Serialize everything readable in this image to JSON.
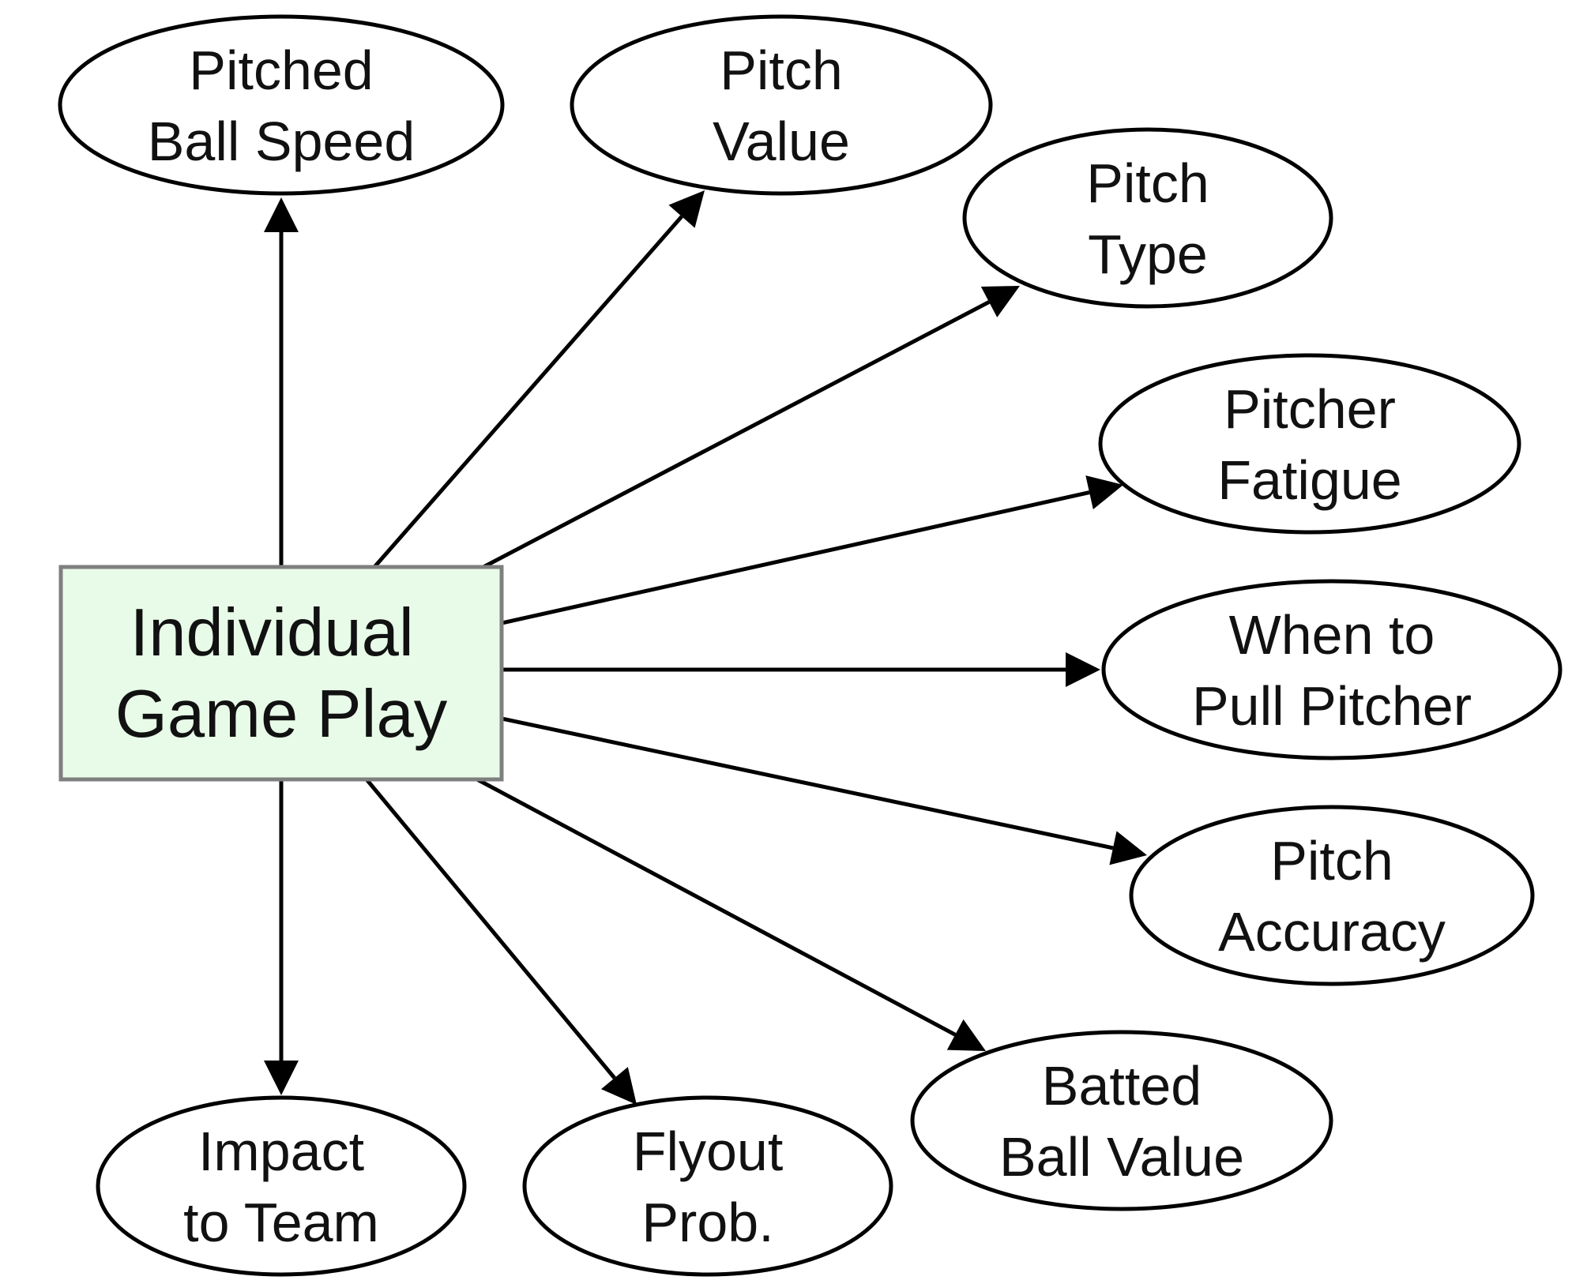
{
  "colors": {
    "center_fill": "#e8fbe8",
    "center_stroke": "#7f7f7f",
    "stroke": "#000000"
  },
  "center": {
    "lines": [
      "Individual",
      "Game Play"
    ]
  },
  "nodes": [
    {
      "id": "pitched-ball-speed",
      "lines": [
        "Pitched",
        "Ball Speed"
      ]
    },
    {
      "id": "pitch-value",
      "lines": [
        "Pitch",
        "Value"
      ]
    },
    {
      "id": "pitch-type",
      "lines": [
        "Pitch",
        "Type"
      ]
    },
    {
      "id": "pitcher-fatigue",
      "lines": [
        "Pitcher",
        "Fatigue"
      ]
    },
    {
      "id": "when-to-pull-pitcher",
      "lines": [
        "When to",
        "Pull Pitcher"
      ]
    },
    {
      "id": "pitch-accuracy",
      "lines": [
        "Pitch",
        "Accuracy"
      ]
    },
    {
      "id": "batted-ball-value",
      "lines": [
        "Batted",
        "Ball Value"
      ]
    },
    {
      "id": "flyout-prob",
      "lines": [
        "Flyout",
        "Prob."
      ]
    },
    {
      "id": "impact-to-team",
      "lines": [
        "Impact",
        "to Team"
      ]
    }
  ],
  "edges": [
    {
      "from": "center",
      "to": "pitched-ball-speed"
    },
    {
      "from": "center",
      "to": "pitch-value"
    },
    {
      "from": "center",
      "to": "pitch-type"
    },
    {
      "from": "center",
      "to": "pitcher-fatigue"
    },
    {
      "from": "center",
      "to": "when-to-pull-pitcher"
    },
    {
      "from": "center",
      "to": "pitch-accuracy"
    },
    {
      "from": "center",
      "to": "batted-ball-value"
    },
    {
      "from": "center",
      "to": "flyout-prob"
    },
    {
      "from": "center",
      "to": "impact-to-team"
    }
  ]
}
